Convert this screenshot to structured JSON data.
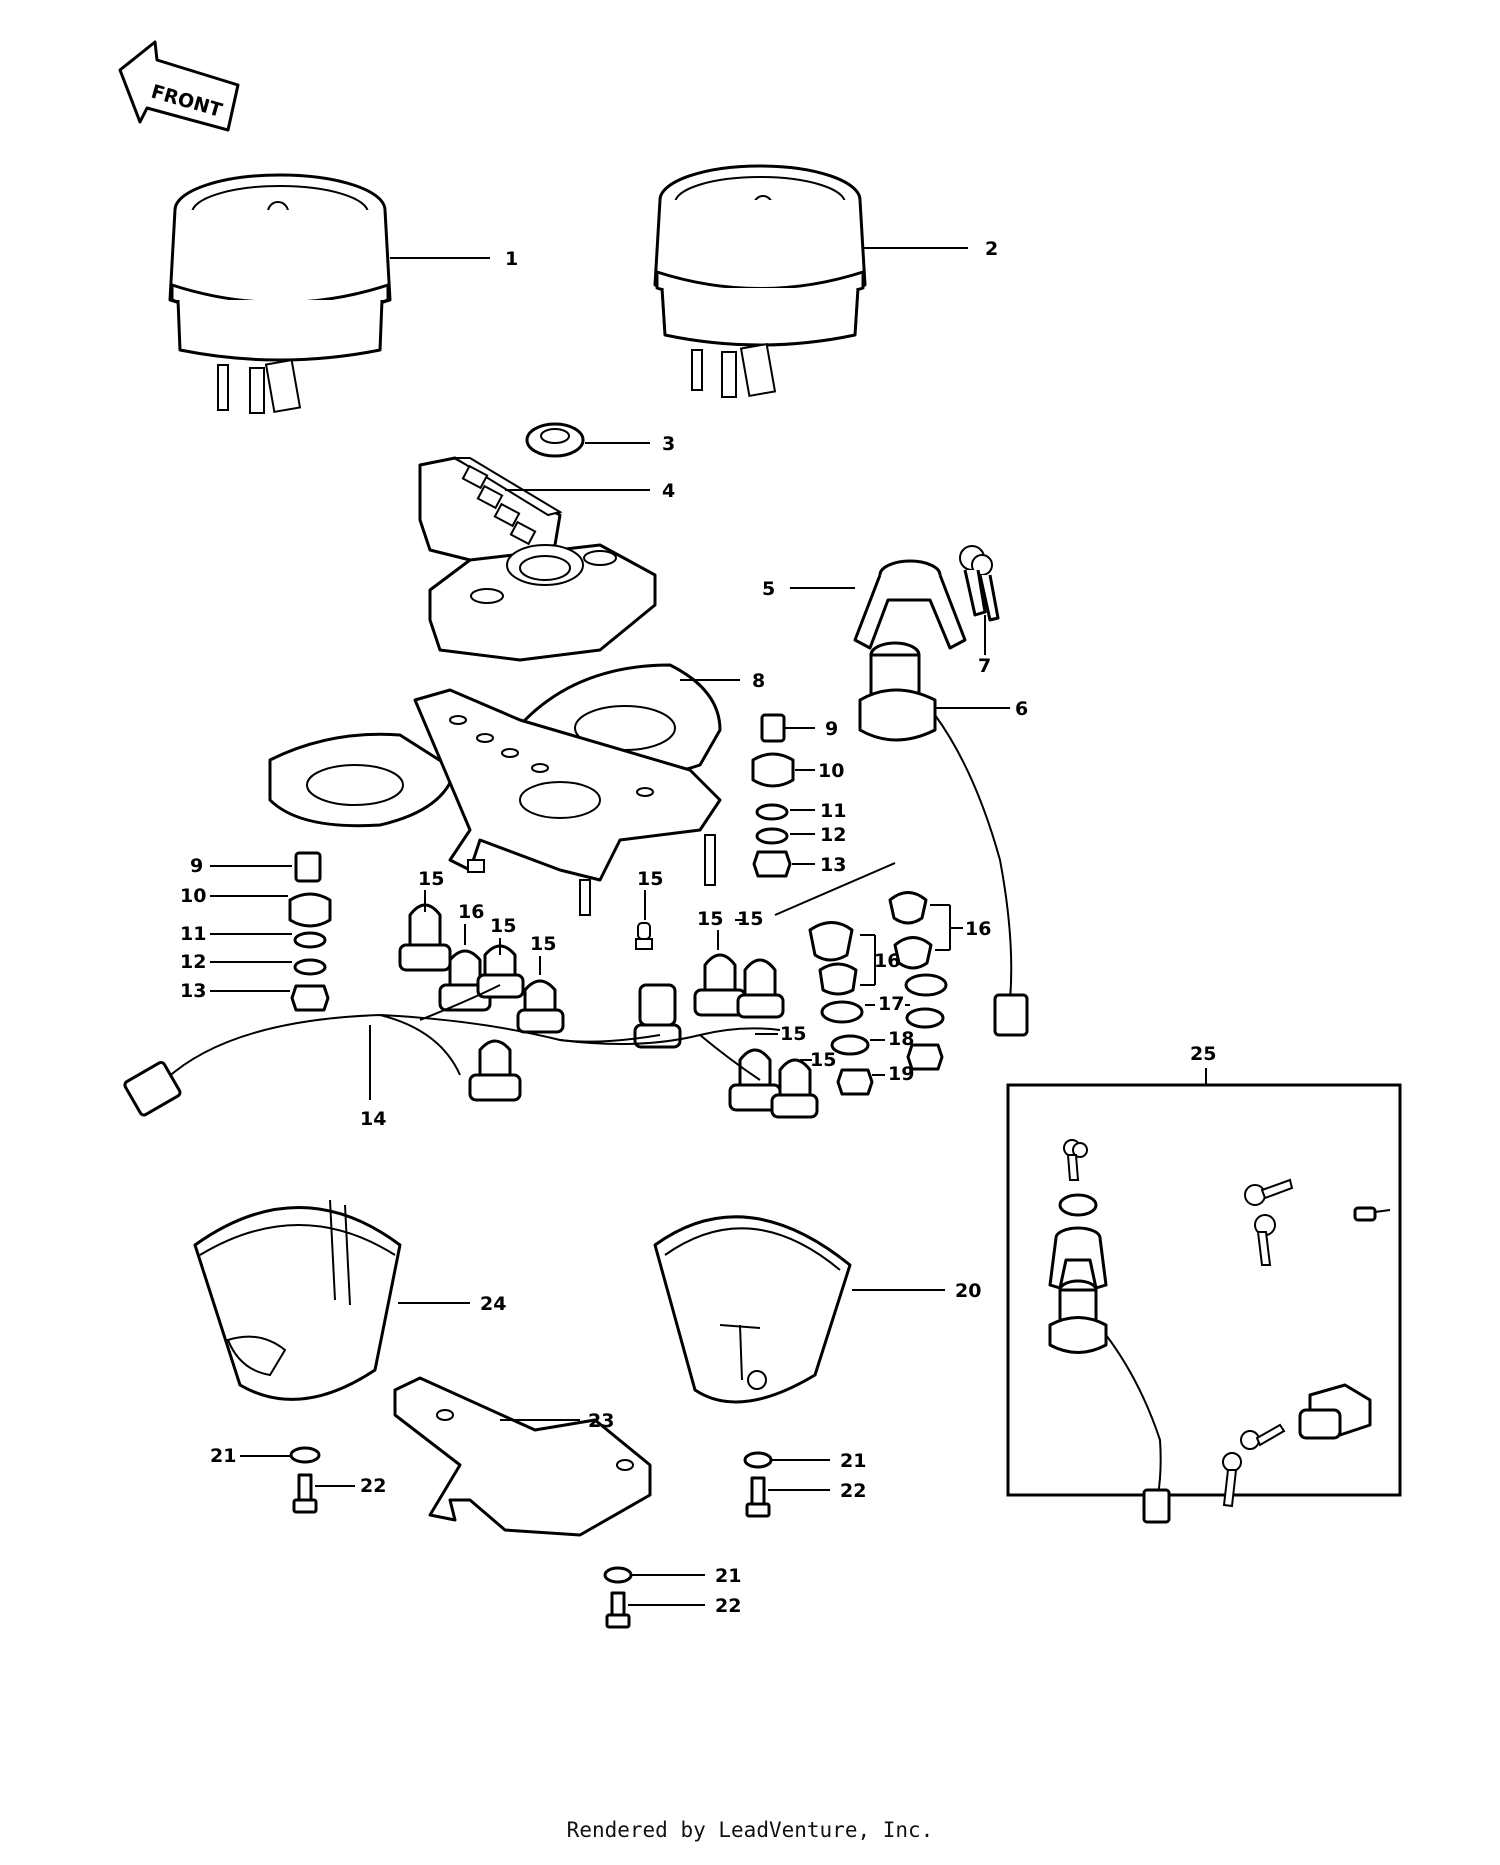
{
  "front_label": "FRONT",
  "callouts": {
    "c1": "1",
    "c2": "2",
    "c3": "3",
    "c4": "4",
    "c5": "5",
    "c6": "6",
    "c7": "7",
    "c8": "8",
    "c9": "9",
    "c10": "10",
    "c11": "11",
    "c12": "12",
    "c13": "13",
    "c14": "14",
    "c15": "15",
    "c16": "16",
    "c17": "17",
    "c18": "18",
    "c19": "19",
    "c20": "20",
    "c21": "21",
    "c22": "22",
    "c23": "23",
    "c24": "24",
    "c25": "25"
  },
  "footer": "Rendered by LeadVenture, Inc."
}
